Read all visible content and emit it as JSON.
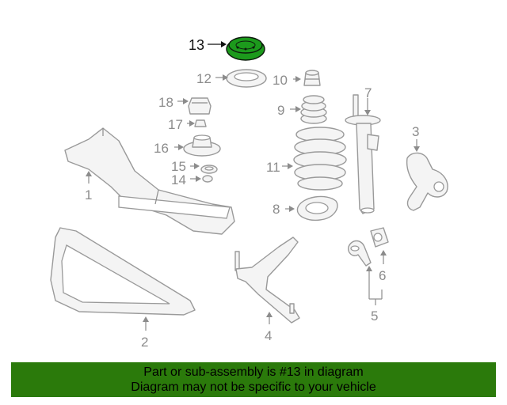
{
  "callouts": {
    "c1": "1",
    "c2": "2",
    "c3": "3",
    "c4": "4",
    "c5": "5",
    "c6": "6",
    "c7": "7",
    "c8": "8",
    "c9": "9",
    "c10": "10",
    "c11": "11",
    "c12": "12",
    "c13": "13",
    "c14": "14",
    "c15": "15",
    "c16": "16",
    "c17": "17",
    "c18": "18"
  },
  "highlighted_part": "13",
  "colors": {
    "highlight": "#1c9a1c",
    "banner": "#2b7a0b",
    "linework": "#9a9a9a"
  },
  "banner": {
    "line1": "Part or sub-assembly is #13 in diagram",
    "line2": "Diagram may not be specific to your vehicle"
  }
}
